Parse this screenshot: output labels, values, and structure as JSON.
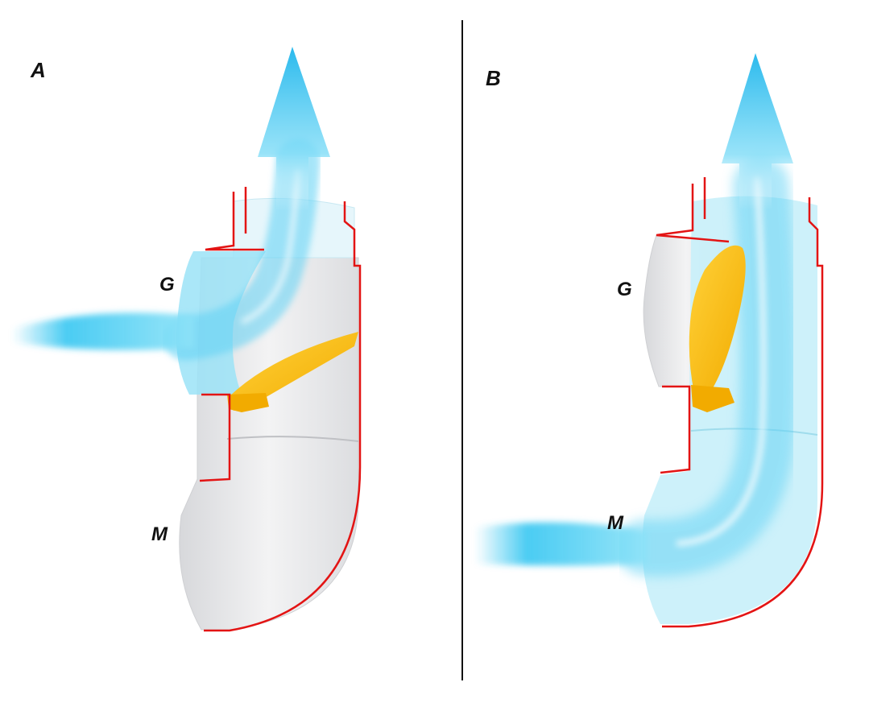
{
  "panels": [
    {
      "letter": "A",
      "upper_label": "G",
      "lower_label": "M",
      "active_inlet": "G"
    },
    {
      "letter": "B",
      "upper_label": "G",
      "lower_label": "M",
      "active_inlet": "M"
    }
  ],
  "colors": {
    "outline": "#e31414",
    "flap": "#ffc21a",
    "flap_shadow": "#e39a00",
    "pipe": "#e8e8ea",
    "pipe_shade": "#cfd0d3",
    "airflow": "#35c6f0",
    "airflow_light": "#bfeefa",
    "divider": "#111111"
  },
  "icons": [
    "airflow-arrow-up",
    "pivoting-flap"
  ]
}
